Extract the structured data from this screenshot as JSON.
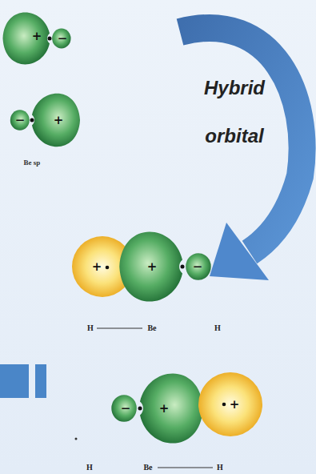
{
  "diagram": {
    "labels": [
      "+",
      "−",
      "−",
      "+",
      "Hybrid orbital",
      "Be sp",
      "+",
      "+",
      "−",
      "H",
      "Be",
      "H",
      "−",
      "+",
      "+",
      "H",
      "Be",
      "H"
    ]
  }
}
